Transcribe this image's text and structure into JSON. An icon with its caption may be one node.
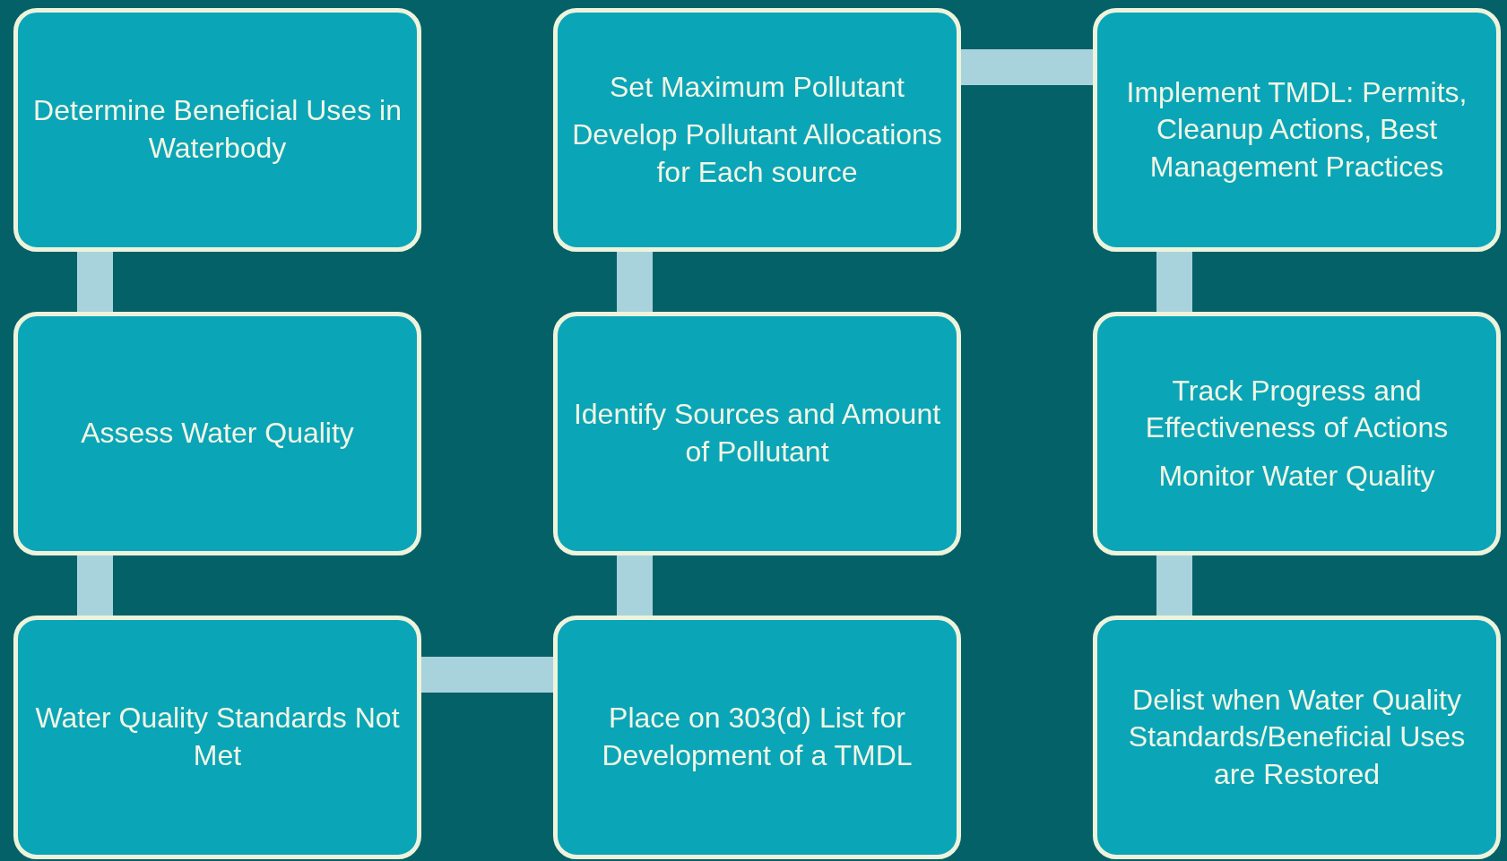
{
  "diagram": {
    "nodes": [
      {
        "text": [
          "Determine Beneficial Uses in Waterbody"
        ]
      },
      {
        "text": [
          "Assess Water Quality"
        ]
      },
      {
        "text": [
          "Water Quality Standards Not Met"
        ]
      },
      {
        "text": [
          "Place on 303(d) List for Development of a TMDL"
        ]
      },
      {
        "text": [
          "Identify Sources and Amount of Pollutant"
        ]
      },
      {
        "text": [
          "Set Maximum Pollutant",
          "Develop Pollutant Allocations for Each source"
        ]
      },
      {
        "text": [
          "Implement TMDL: Permits, Cleanup Actions, Best Management Practices"
        ]
      },
      {
        "text": [
          "Track Progress and Effectiveness of Actions",
          "Monitor Water Quality"
        ]
      },
      {
        "text": [
          "Delist when Water Quality Standards/Beneficial Uses are Restored"
        ]
      }
    ],
    "edges": [
      {
        "from": 0,
        "to": 1,
        "arrow": "none"
      },
      {
        "from": 1,
        "to": 2,
        "arrow": "none"
      },
      {
        "from": 2,
        "to": 3,
        "arrow": "none"
      },
      {
        "from": 3,
        "to": 4,
        "arrow": "none"
      },
      {
        "from": 4,
        "to": 5,
        "arrow": "none"
      },
      {
        "from": 5,
        "to": 6,
        "arrow": "none"
      },
      {
        "from": 6,
        "to": 7,
        "arrow": "none"
      },
      {
        "from": 7,
        "to": 8,
        "arrow": "none"
      }
    ]
  }
}
